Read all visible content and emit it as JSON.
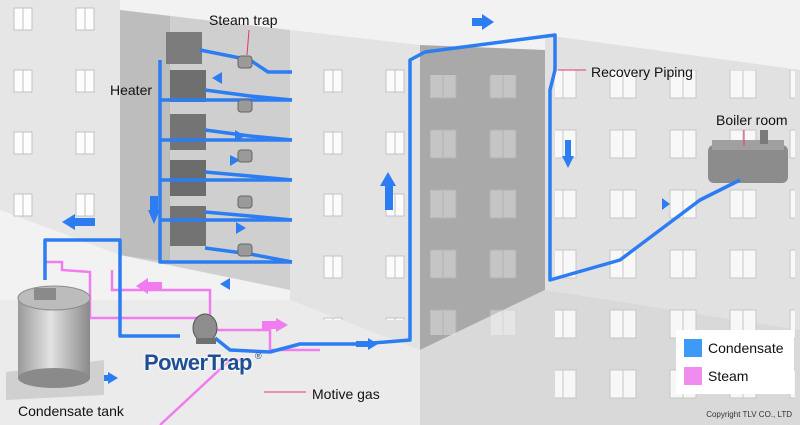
{
  "labels": {
    "steam_trap": "Steam trap",
    "heater": "Heater",
    "recovery_piping": "Recovery Piping",
    "boiler_room": "Boiler room",
    "condensate_tank": "Condensate tank",
    "motive_gas": "Motive gas"
  },
  "brand": {
    "name": "PowerTrap",
    "mark": "®"
  },
  "legend": {
    "items": [
      {
        "label": "Condensate",
        "color": "#3d9bf5"
      },
      {
        "label": "Steam",
        "color": "#f08bf0"
      }
    ]
  },
  "copyright": "Copyright TLV CO., LTD",
  "colors": {
    "condensate_pipe": "#2d7df2",
    "steam_pipe": "#f07cf0",
    "building": "#dcdcdc",
    "background": "#f2f2f2"
  }
}
